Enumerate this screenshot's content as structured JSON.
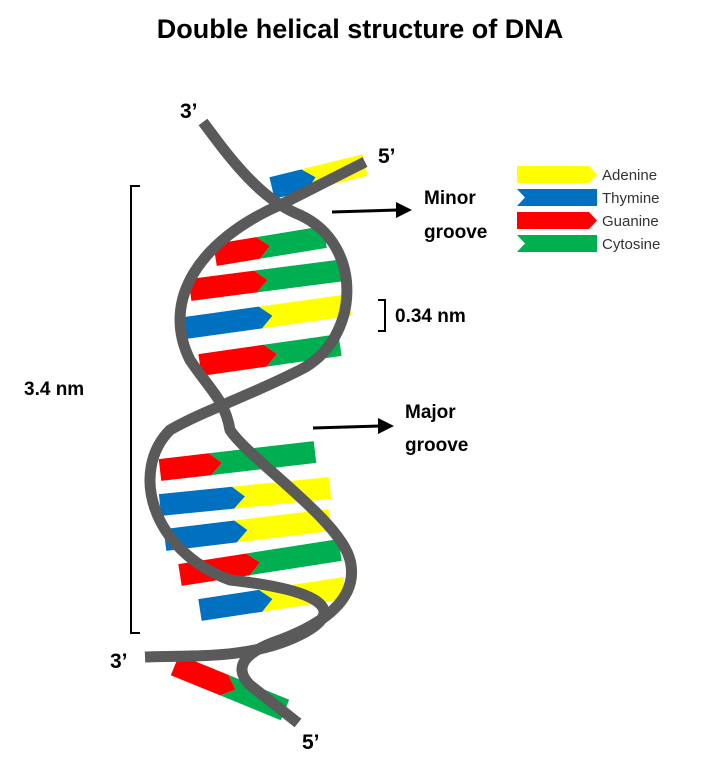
{
  "title": "Double helical structure of DNA",
  "strand_ends": {
    "top_left": "3’",
    "top_right": "5’",
    "bottom_left": "3’",
    "bottom_right": "5’"
  },
  "labels": {
    "minor_groove_line1": "Minor",
    "minor_groove_line2": "groove",
    "major_groove_line1": "Major",
    "major_groove_line2": "groove",
    "rise": "0.34 nm",
    "pitch": "3.4 nm"
  },
  "legend": [
    {
      "name": "Adenine",
      "color": "#ffff00",
      "icon": "adenine-block-icon"
    },
    {
      "name": "Thymine",
      "color": "#0070c0",
      "icon": "thymine-block-icon"
    },
    {
      "name": "Guanine",
      "color": "#ff0000",
      "icon": "guanine-block-icon"
    },
    {
      "name": "Cytosine",
      "color": "#00b050",
      "icon": "cytosine-block-icon"
    }
  ],
  "colors": {
    "backbone": "#5a5a5a",
    "adenine": "#ffff00",
    "thymine": "#0070c0",
    "guanine": "#ff0000",
    "cytosine": "#00b050"
  },
  "base_pairs": [
    {
      "left": "T",
      "right": "A"
    },
    {
      "left": "G",
      "right": "C"
    },
    {
      "left": "G",
      "right": "C"
    },
    {
      "left": "T",
      "right": "A"
    },
    {
      "left": "G",
      "right": "C"
    },
    {
      "left": "G",
      "right": "C"
    },
    {
      "left": "T",
      "right": "A"
    },
    {
      "left": "T",
      "right": "A"
    },
    {
      "left": "G",
      "right": "C"
    },
    {
      "left": "T",
      "right": "A"
    },
    {
      "left": "G",
      "right": "C"
    }
  ]
}
